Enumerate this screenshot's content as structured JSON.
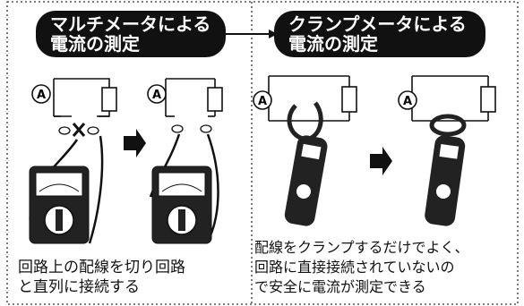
{
  "left_panel": {
    "title_line1": "マルチメータによる",
    "title_line2": "電流の測定",
    "caption_line1": "回路上の配線を切り回路",
    "caption_line2": "と直列に接続する"
  },
  "right_panel": {
    "title_line1": "クランプメータによる",
    "title_line2": "電流の測定",
    "caption_line1": "配線をクランプするだけでよく、",
    "caption_line2": "回路に直接接続されていないの",
    "caption_line3": "で安全に電流が測定できる"
  },
  "ammeter_symbol": "A",
  "colors": {
    "ink": "#111111",
    "meter_red": "#222222",
    "paper": "#ffffff"
  }
}
